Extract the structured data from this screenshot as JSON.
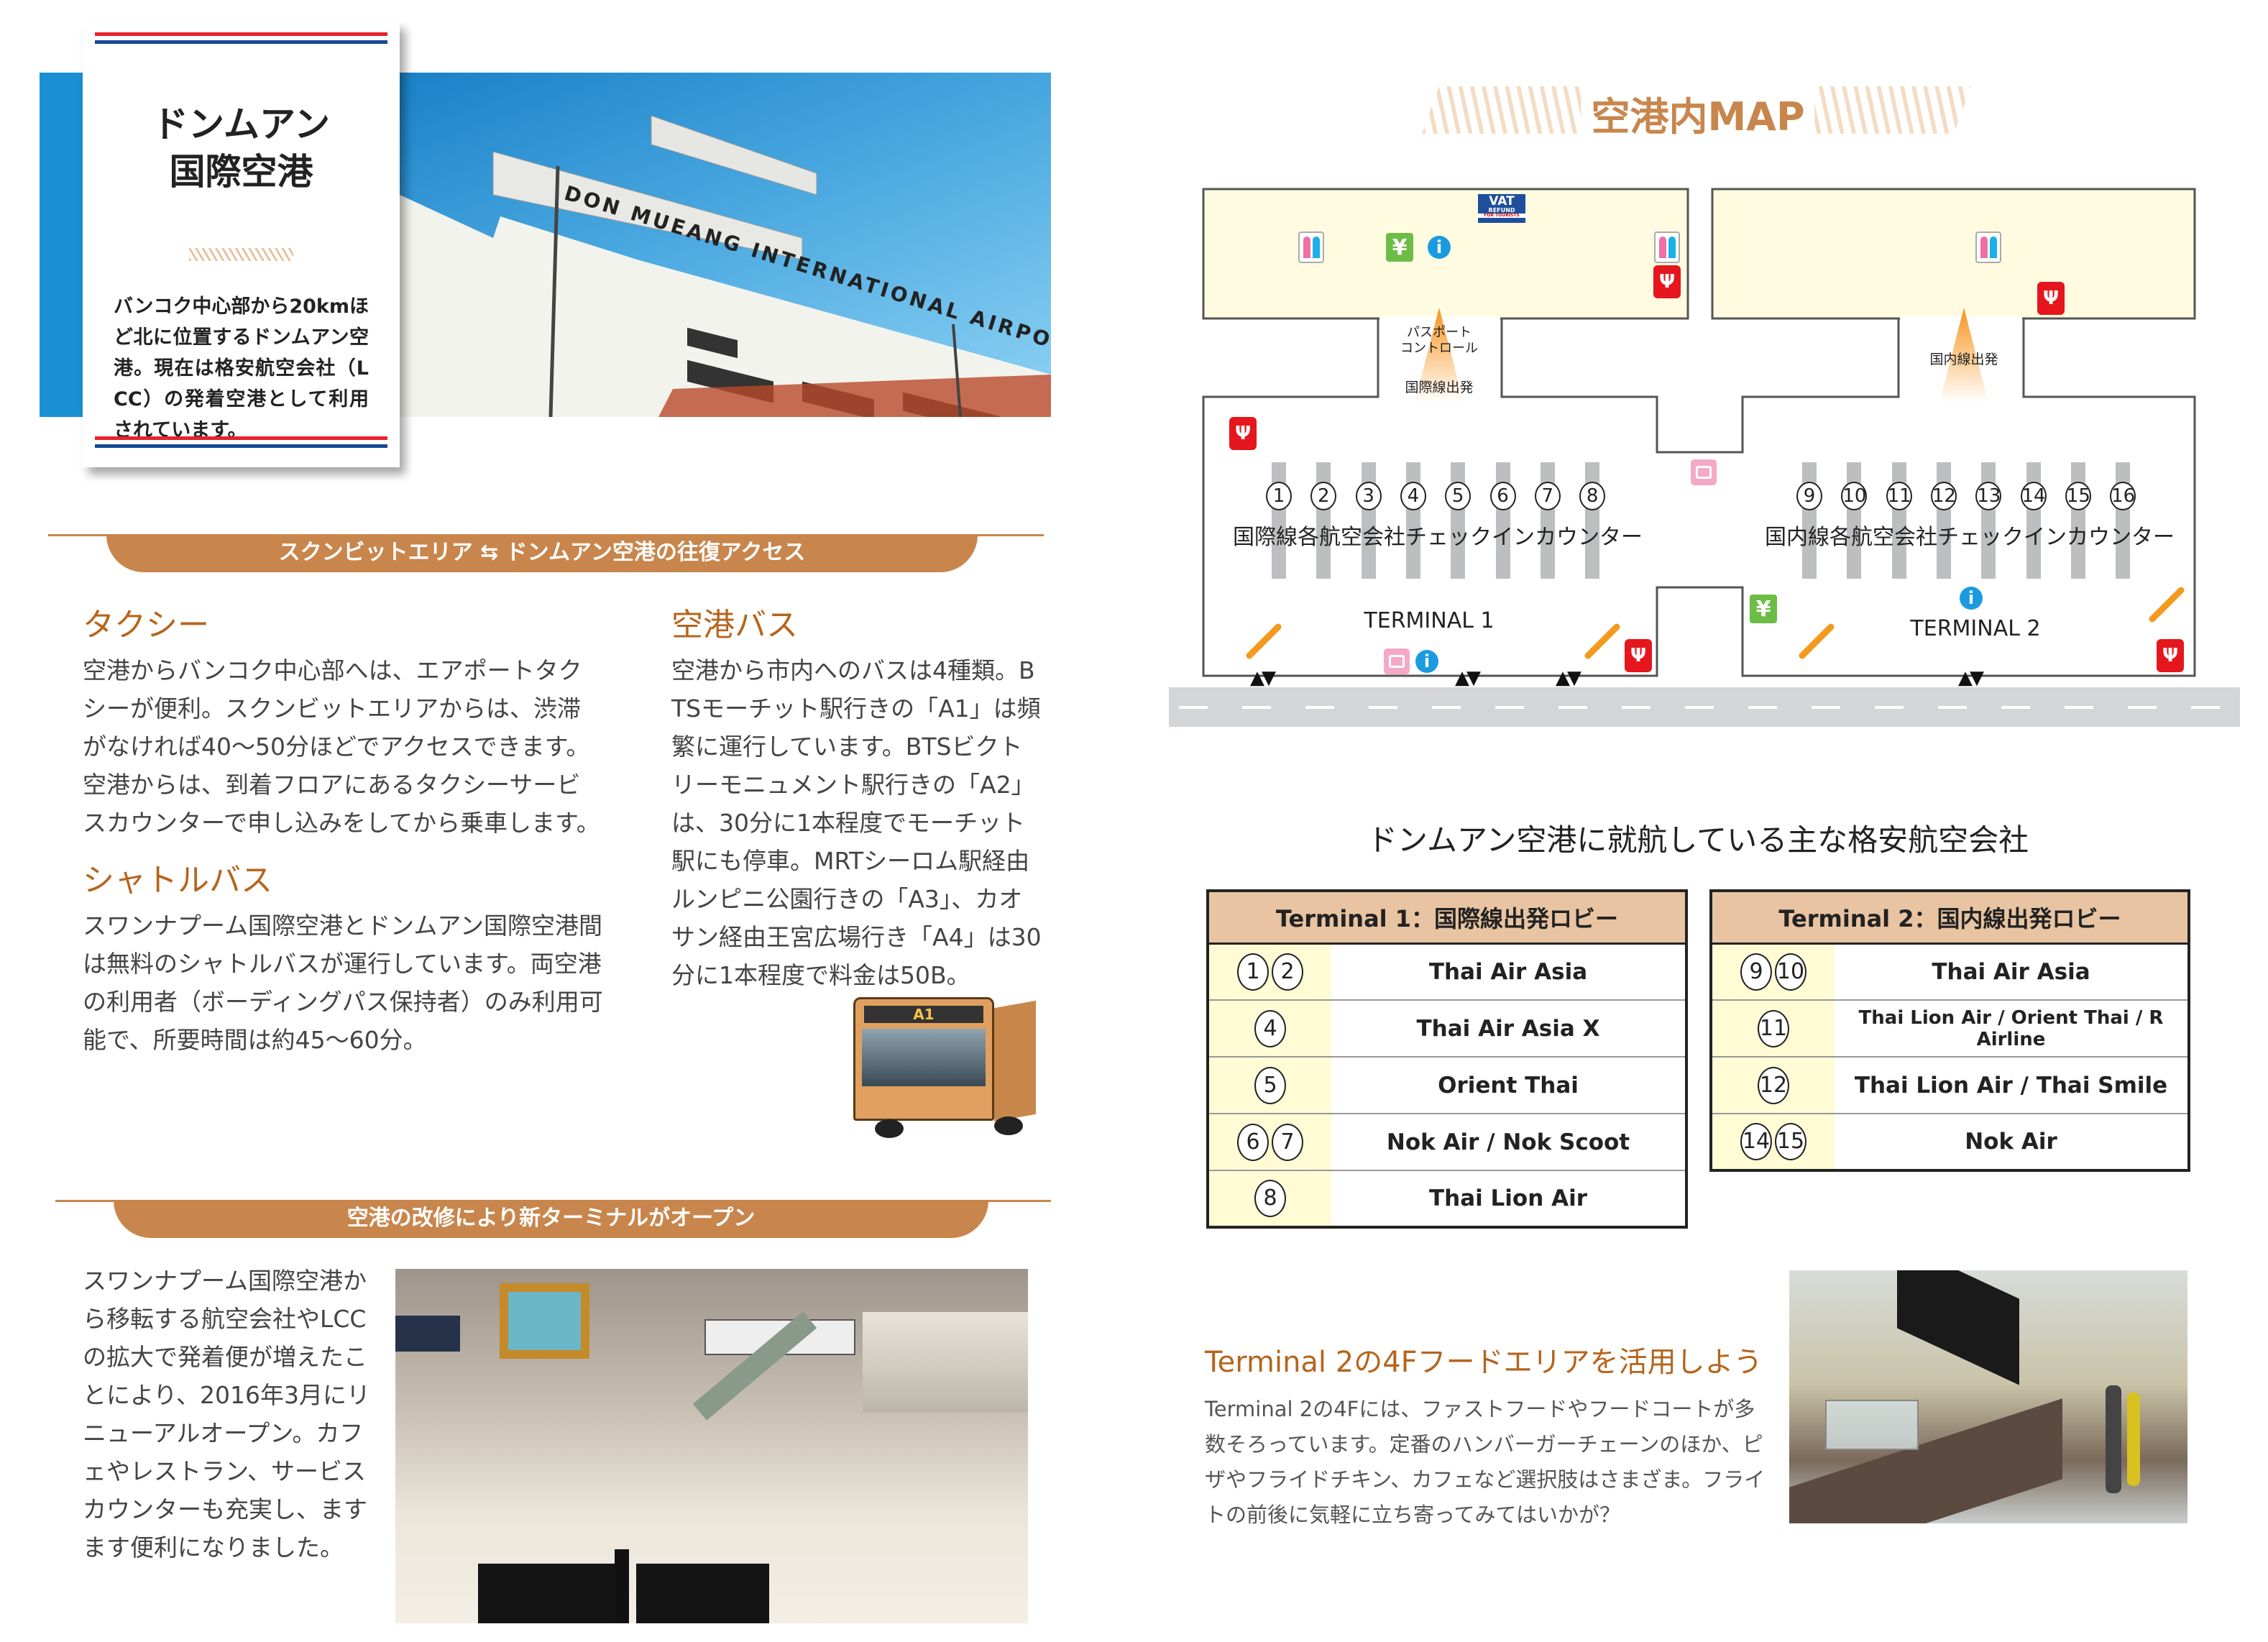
{
  "intro": {
    "title_line1": "ドンムアン",
    "title_line2": "国際空港",
    "body": "バンコク中心部から20kmほど北に位置するドンムアン空港。現在は格安航空会社（LCC）の発着空港として利用されています。",
    "photo_sign": "DON MUEANG INTERNATIONAL AIRPORT"
  },
  "access": {
    "banner": "スクンビットエリア ⇆ ドンムアン空港の往復アクセス",
    "taxi": {
      "heading": "タクシー",
      "body": "空港からバンコク中心部へは、エアポートタクシーが便利。スクンビットエリアからは、渋滞がなければ40〜50分ほどでアクセスできます。空港からは、到着フロアにあるタクシーサービスカウンターで申し込みをしてから乗車します。"
    },
    "shuttle": {
      "heading": "シャトルバス",
      "body": "スワンナプーム国際空港とドンムアン国際空港間は無料のシャトルバスが運行しています。両空港の利用者（ボーディングパス保持者）のみ利用可能で、所要時間は約45〜60分。"
    },
    "bus": {
      "heading": "空港バス",
      "body": "空港から市内へのバスは4種類。BTSモーチット駅行きの「A1」は頻繁に運行しています。BTSビクトリーモニュメント駅行きの「A2」は、30分に1本程度でモーチット駅にも停車。MRTシーロム駅経由ルンピニ公園行きの「A3」、カオサン経由王宮広場行き「A4」は30分に1本程度で料金は50B。",
      "photo_sign": "A1"
    }
  },
  "renewal": {
    "banner": "空港の改修により新ターミナルがオープン",
    "body": "スワンナプーム国際空港から移転する航空会社やLCCの拡大で発着便が増えたことにより、2016年3月にリニューアルオープン。カフェやレストラン、サービスカウンターも充実し、ますます便利になりました。"
  },
  "map": {
    "title": "空港内MAP",
    "vat": {
      "line1": "VAT",
      "line2": "REFUND",
      "line3": "FOR TOURISTS"
    },
    "passport_line1": "パスポート",
    "passport_line2": "コントロール",
    "intl_departure": "国際線出発",
    "dom_departure": "国内線出発",
    "t1_counters": [
      "1",
      "2",
      "3",
      "4",
      "5",
      "6",
      "7",
      "8"
    ],
    "t2_counters": [
      "9",
      "10",
      "11",
      "12",
      "13",
      "14",
      "15",
      "16"
    ],
    "t1_counter_label": "国際線各航空会社チェックインカウンター",
    "t2_counter_label": "国内線各航空会社チェックインカウンター",
    "t1_name": "TERMINAL 1",
    "t2_name": "TERMINAL 2",
    "entrance_glyph": "▲▼",
    "colors": {
      "floor": "#fefbe0",
      "accent": "#f7941d",
      "restaurant": "#e5161d",
      "info": "#1a9be0",
      "exchange": "#6cbd45"
    }
  },
  "airlines": {
    "title": "ドンムアン空港に就航している主な格安航空会社",
    "terminal1": {
      "header": "Terminal 1：国際線出発ロビー",
      "rows": [
        {
          "counters": [
            "1",
            "2"
          ],
          "airline": "Thai Air Asia"
        },
        {
          "counters": [
            "4"
          ],
          "airline": "Thai Air Asia X"
        },
        {
          "counters": [
            "5"
          ],
          "airline": "Orient Thai"
        },
        {
          "counters": [
            "6",
            "7"
          ],
          "airline": "Nok Air / Nok Scoot"
        },
        {
          "counters": [
            "8"
          ],
          "airline": "Thai Lion Air"
        }
      ]
    },
    "terminal2": {
      "header": "Terminal 2：国内線出発ロビー",
      "rows": [
        {
          "counters": [
            "9",
            "10"
          ],
          "airline": "Thai Air Asia"
        },
        {
          "counters": [
            "11"
          ],
          "airline": "Thai Lion Air / Orient Thai / R Airline"
        },
        {
          "counters": [
            "12"
          ],
          "airline": "Thai Lion Air / Thai Smile"
        },
        {
          "counters": [
            "14",
            "15"
          ],
          "airline": "Nok Air"
        }
      ]
    }
  },
  "food": {
    "heading": "Terminal 2の4Fフードエリアを活用しよう",
    "body": "Terminal 2の4Fには、ファストフードやフードコートが多数そろっています。定番のハンバーガーチェーンのほか、ピザやフライドチキン、カフェなど選択肢はさまざま。フライトの前後に気軽に立ち寄ってみてはいかが？"
  }
}
